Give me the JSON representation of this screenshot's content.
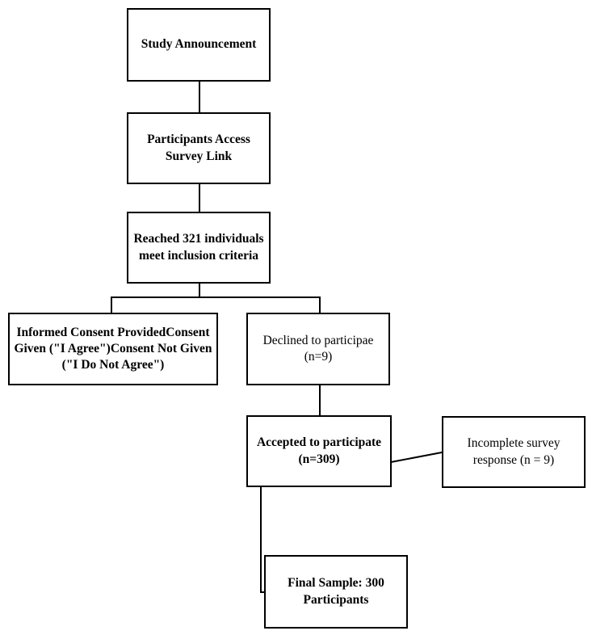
{
  "nodes": {
    "announcement": {
      "text": "Study Announcement"
    },
    "access": {
      "text": "Participants Access Survey Link"
    },
    "reached": {
      "text": "Reached 321 individuals meet inclusion criteria"
    },
    "consent": {
      "text": "Informed Consent ProvidedConsent Given (\"I Agree\")Consent Not Given (\"I Do Not Agree\")"
    },
    "declined": {
      "text": "Declined to participae (n=9)"
    },
    "accepted": {
      "text": "Accepted to participate (n=309)"
    },
    "incomplete": {
      "text": "Incomplete survey response (n = 9)"
    },
    "final": {
      "text": "Final Sample: 300 Participants"
    }
  }
}
